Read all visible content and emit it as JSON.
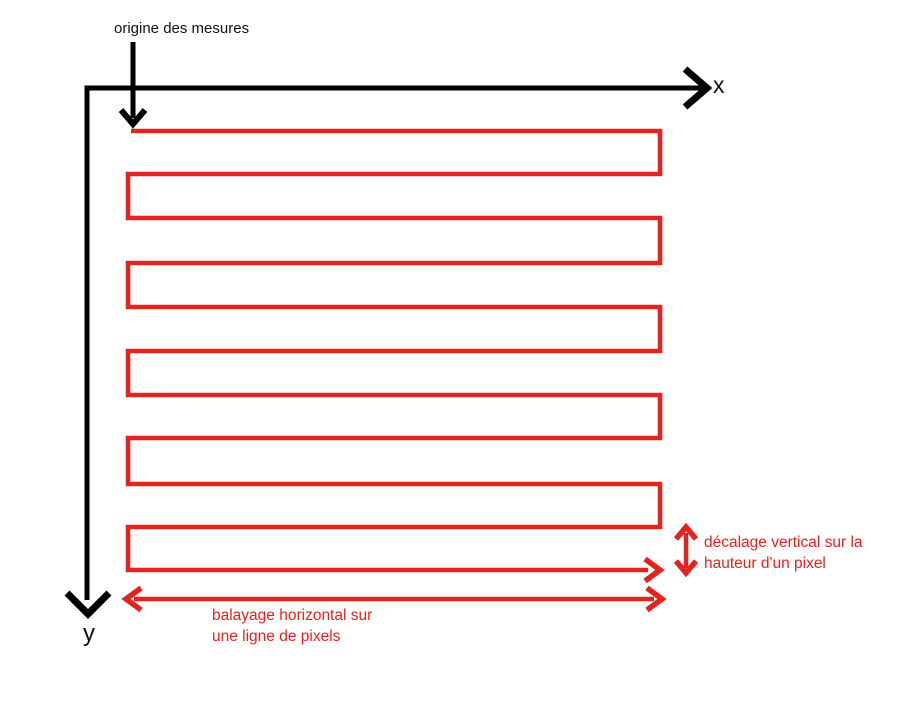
{
  "page": {
    "background": "#ffffff"
  },
  "diagram": {
    "colors": {
      "axis": "#000000",
      "scan": "#e3231e"
    },
    "labels": {
      "origin": "origine des mesures",
      "x_axis": "x",
      "y_axis": "y",
      "horizontal_scan": {
        "line1": "balayage horizontal sur",
        "line2": "une ligne de pixels"
      },
      "vertical_offset": {
        "line1": "décalage vertical sur la",
        "line2": "hauteur d'un pixel"
      }
    }
  }
}
